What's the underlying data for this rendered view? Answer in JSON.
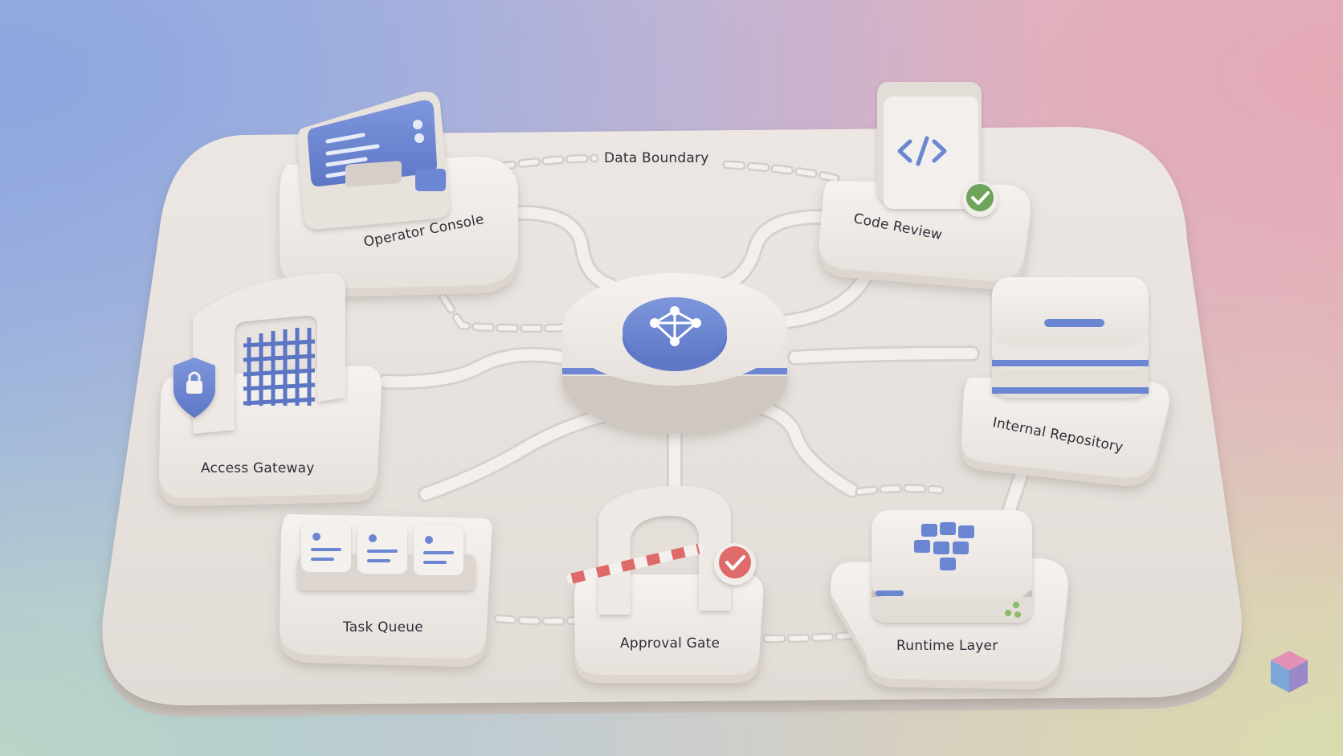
{
  "colors": {
    "accent": "#6b86d2",
    "platform": "#e8e2dd",
    "ok_green": "#6ea55a",
    "alert_red": "#df6a6a"
  },
  "boundary": {
    "label": "Data Boundary"
  },
  "hub": {
    "icon": "network-graph-icon"
  },
  "nodes": {
    "operator_console": {
      "label": "Operator Console",
      "icon": "console-screen-icon"
    },
    "code_review": {
      "label": "Code Review",
      "icon": "code-brackets-icon",
      "badge_icon": "check-icon"
    },
    "access_gateway": {
      "label": "Access Gateway",
      "icon": "portcullis-gate-icon",
      "badge_icon": "padlock-shield-icon"
    },
    "internal_repository": {
      "label": "Internal Repository",
      "icon": "server-stack-icon"
    },
    "task_queue": {
      "label": "Task Queue",
      "icon": "task-cards-icon"
    },
    "approval_gate": {
      "label": "Approval Gate",
      "icon": "barrier-arch-icon",
      "badge_icon": "check-icon"
    },
    "runtime_layer": {
      "label": "Runtime Layer",
      "icon": "grid-blocks-icon"
    }
  }
}
